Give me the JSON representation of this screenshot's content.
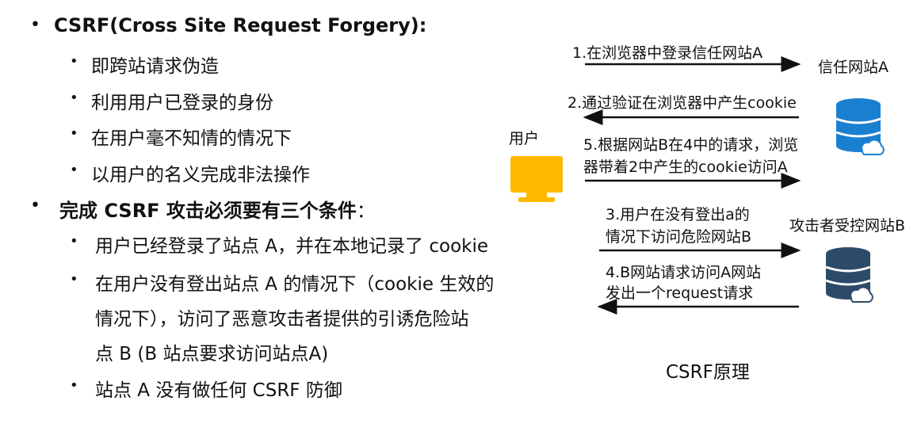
{
  "left": {
    "bullet1": "CSRF(Cross Site Request Forgery):",
    "sub1": [
      "即跨站请求伪造",
      "利用用户已登录的身份",
      "在用户毫不知情的情况下",
      "以用户的名义完成非法操作"
    ],
    "bullet2_bold": "完成 CSRF 攻击必须要有三个条件",
    "bullet2_tail": "：",
    "sub2_1": "用户已经登录了站点 A，并在本地记录了 cookie",
    "sub2_2_line1": "在用户没有登出站点 A 的情况下（cookie 生效的",
    "sub2_2_line2": "情况下），访问了恶意攻击者提供的引诱危险站",
    "sub2_2_line3": "点 B (B 站点要求访问站点A)",
    "sub2_3": "站点 A 没有做任何 CSRF 防御"
  },
  "diagram": {
    "user_label": "用户",
    "site_a_label": "信任网站A",
    "site_b_label": "攻击者受控网站B",
    "step1": "1.在浏览器中登录信任网站A",
    "step2": "2.通过验证在浏览器中产生cookie",
    "step5_line1": "5.根据网站B在4中的请求，浏览",
    "step5_line2": "器带着2中产生的cookie访问A",
    "step3_line1": "3.用户在没有登出a的",
    "step3_line2": "情况下访问危险网站B",
    "step4_line1": "4.B网站请求访问A网站",
    "step4_line2": "发出一个request请求",
    "caption": "CSRF原理"
  },
  "colors": {
    "monitor": "#FFB800",
    "database": "#2E4A6B",
    "database_accent": "#1B7FD0",
    "arrow": "#111111"
  }
}
